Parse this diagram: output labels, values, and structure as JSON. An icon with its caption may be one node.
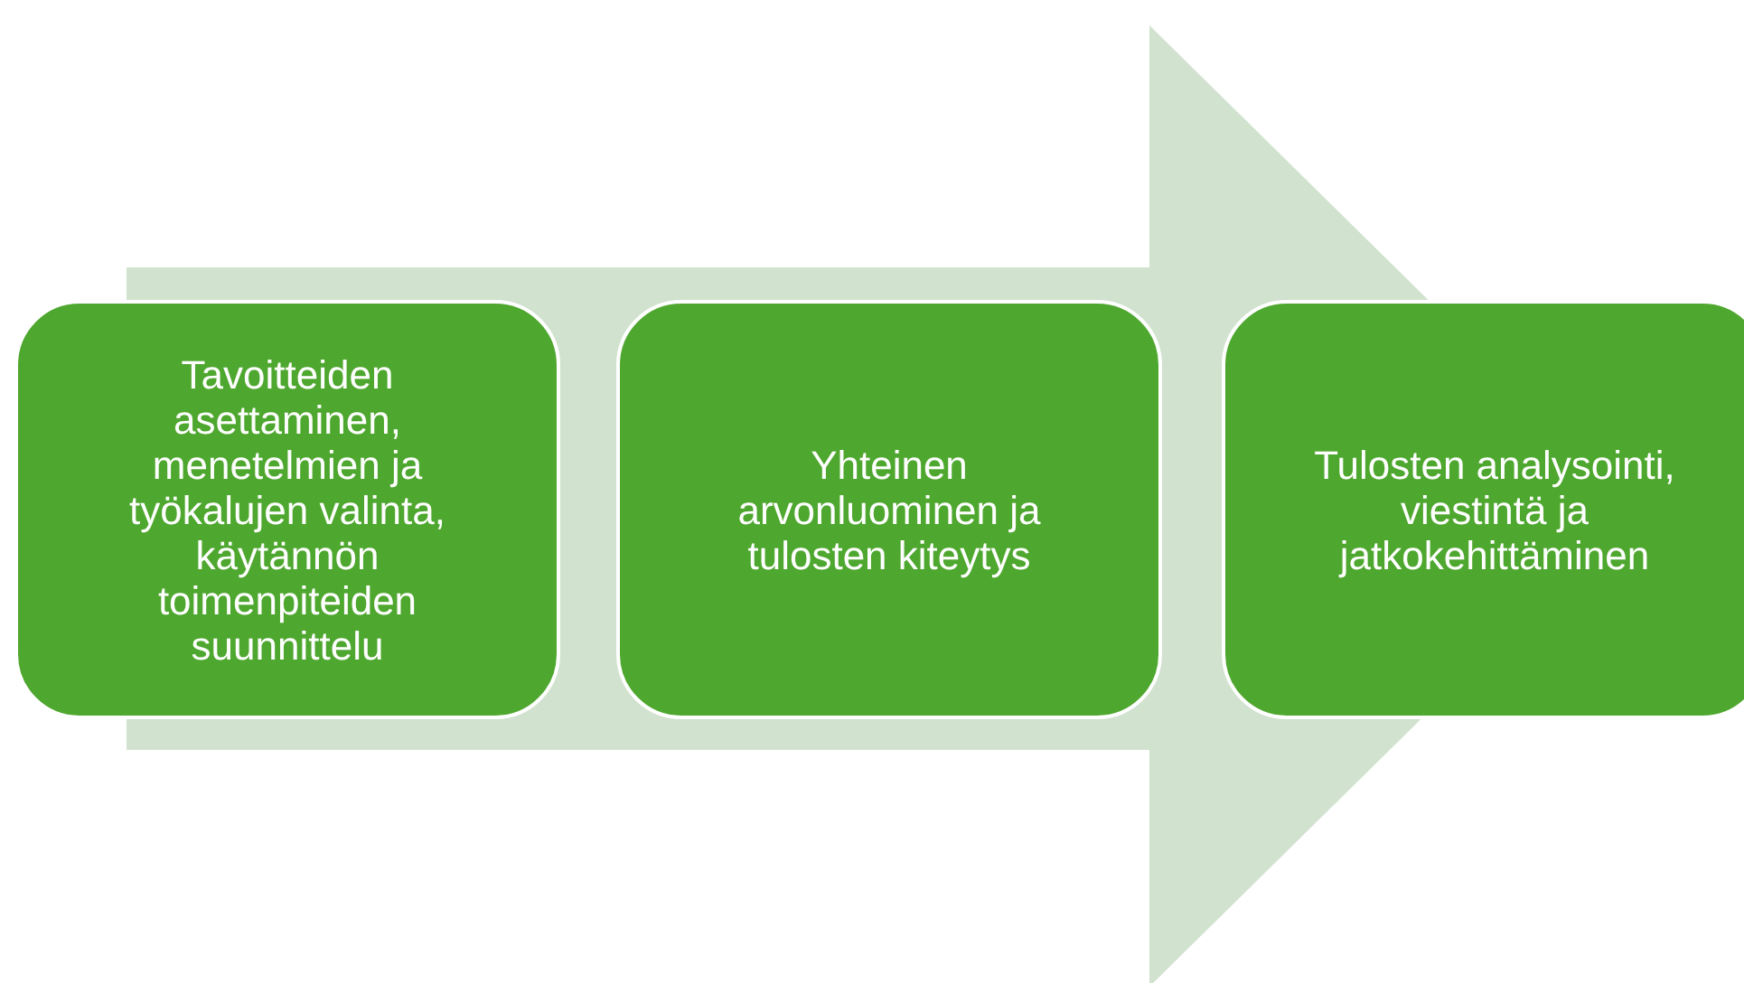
{
  "diagram": {
    "nodes": [
      {
        "text": [
          "Tavoitteiden asettaminen, menetelmien ja työkalujen valinta, käytännön toimenpiteiden suunnittelu"
        ]
      },
      {
        "text": [
          "Yhteinen arvonluominen ja tulosten kiteytys"
        ]
      },
      {
        "text": [
          "Tulosten analysointi, viestintä ja jatkokehittäminen"
        ]
      }
    ],
    "edges": [
      {
        "from": 0,
        "to": 2,
        "arrow": "to"
      }
    ]
  }
}
